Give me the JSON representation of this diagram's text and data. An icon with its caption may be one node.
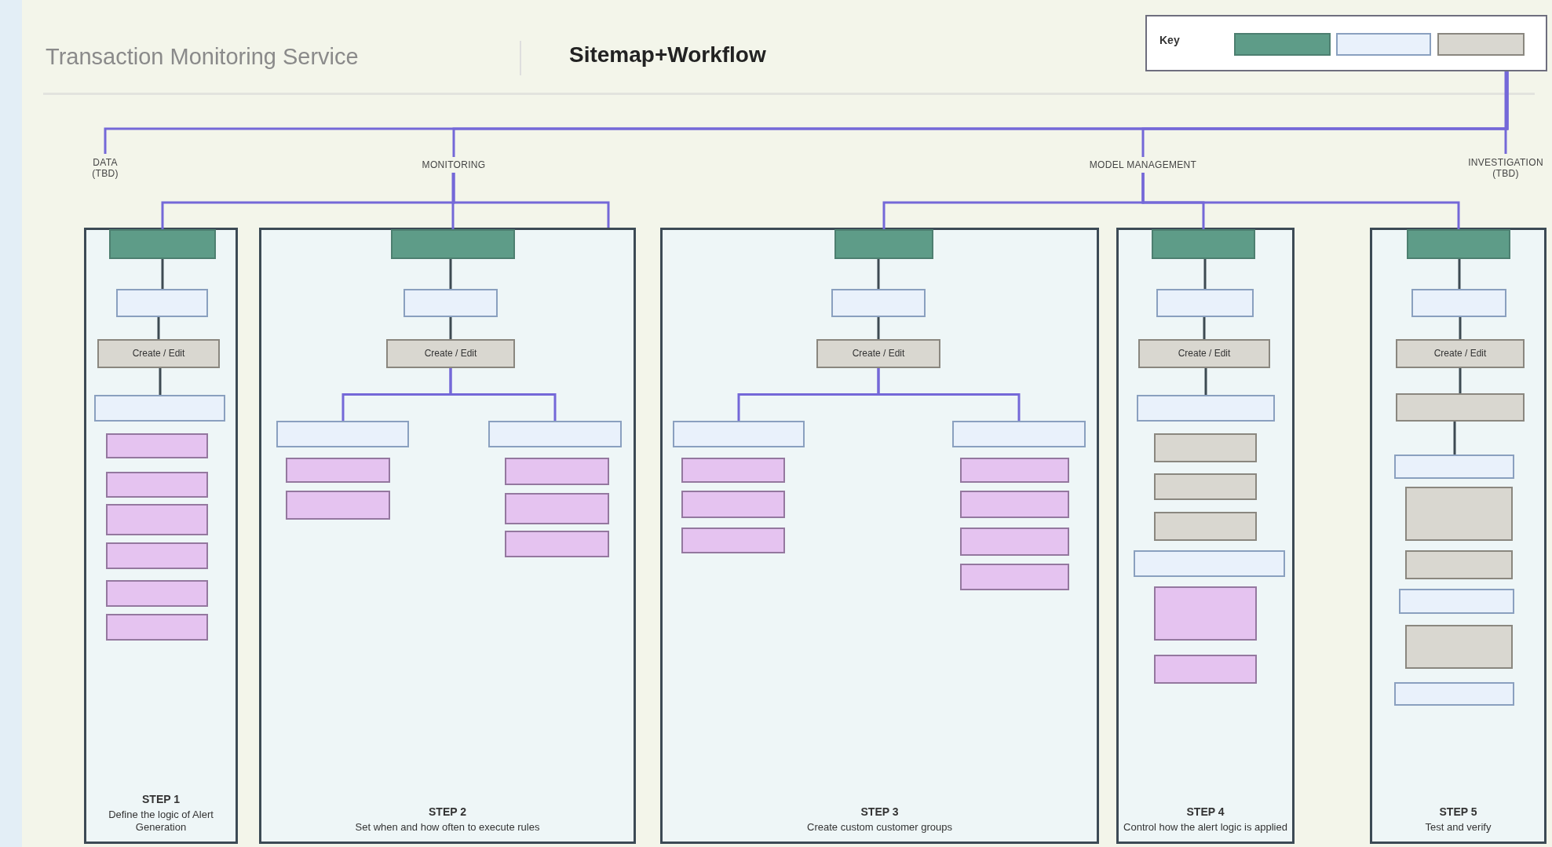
{
  "diagram": {
    "title": "Transaction Monitoring Service",
    "nodes": [
      {
        "text": [
          "Key"
        ]
      },
      {
        "text": [],
        "shape": "box",
        "in": 0
      },
      {
        "text": [],
        "shape": "box",
        "in": 0
      },
      {
        "text": [],
        "shape": "box",
        "in": 0
      },
      {
        "text": [
          "DATA (TBD)"
        ]
      },
      {
        "text": [
          "MONITORING"
        ]
      },
      {
        "text": [
          "MODEL MANAGEMENT"
        ]
      },
      {
        "text": [
          "INVESTIGATION (TBD)"
        ]
      },
      {
        "text": [
          "STEP 1",
          "Define the logic of Alert Generation"
        ]
      },
      {
        "text": [],
        "shape": "box",
        "in": 8
      },
      {
        "text": [],
        "shape": "box",
        "in": 8
      },
      {
        "text": [
          "Create / Edit"
        ],
        "in": 8
      },
      {
        "text": [],
        "shape": "box",
        "in": 8
      },
      {
        "text": [],
        "shape": "box",
        "in": 8
      },
      {
        "text": [],
        "shape": "box",
        "in": 8
      },
      {
        "text": [],
        "shape": "box",
        "in": 8
      },
      {
        "text": [],
        "shape": "box",
        "in": 8
      },
      {
        "text": [],
        "shape": "box",
        "in": 8
      },
      {
        "text": [],
        "shape": "box",
        "in": 8
      },
      {
        "text": [
          "STEP 2",
          "Set when and how often to execute rules"
        ]
      },
      {
        "text": [],
        "shape": "box",
        "in": 19
      },
      {
        "text": [],
        "shape": "box",
        "in": 19
      },
      {
        "text": [
          "Create / Edit"
        ],
        "in": 19
      },
      {
        "text": [],
        "shape": "box",
        "in": 19
      },
      {
        "text": [],
        "shape": "box",
        "in": 19
      },
      {
        "text": [],
        "shape": "box",
        "in": 19
      },
      {
        "text": [],
        "shape": "box",
        "in": 19
      },
      {
        "text": [],
        "shape": "box",
        "in": 19
      },
      {
        "text": [],
        "shape": "box",
        "in": 19
      },
      {
        "text": [],
        "shape": "box",
        "in": 19
      },
      {
        "text": [
          "STEP 3",
          "Create custom customer groups"
        ]
      },
      {
        "text": [],
        "shape": "box",
        "in": 30
      },
      {
        "text": [],
        "shape": "box",
        "in": 30
      },
      {
        "text": [
          "Create / Edit"
        ],
        "in": 30
      },
      {
        "text": [],
        "shape": "box",
        "in": 30
      },
      {
        "text": [],
        "shape": "box",
        "in": 30
      },
      {
        "text": [],
        "shape": "box",
        "in": 30
      },
      {
        "text": [],
        "shape": "box",
        "in": 30
      },
      {
        "text": [],
        "shape": "box",
        "in": 30
      },
      {
        "text": [],
        "shape": "box",
        "in": 30
      },
      {
        "text": [],
        "shape": "box",
        "in": 30
      },
      {
        "text": [],
        "shape": "box",
        "in": 30
      },
      {
        "text": [],
        "shape": "box",
        "in": 30
      },
      {
        "text": [
          "STEP 4",
          "Control how the alert logic is applied"
        ]
      },
      {
        "text": [],
        "shape": "box",
        "in": 43
      },
      {
        "text": [],
        "shape": "box",
        "in": 43
      },
      {
        "text": [
          "Create / Edit"
        ],
        "in": 43
      },
      {
        "text": [],
        "shape": "box",
        "in": 43
      },
      {
        "text": [],
        "shape": "box",
        "in": 43
      },
      {
        "text": [],
        "shape": "box",
        "in": 43
      },
      {
        "text": [],
        "shape": "box",
        "in": 43
      },
      {
        "text": [],
        "shape": "box",
        "in": 43
      },
      {
        "text": [],
        "shape": "box",
        "in": 43
      },
      {
        "text": [],
        "shape": "box",
        "in": 43
      },
      {
        "text": [
          "STEP 5",
          "Test and verify"
        ]
      },
      {
        "text": [],
        "shape": "box",
        "in": 54
      },
      {
        "text": [],
        "shape": "box",
        "in": 54
      },
      {
        "text": [
          "Create / Edit"
        ],
        "in": 54
      },
      {
        "text": [],
        "shape": "box",
        "in": 54
      },
      {
        "text": [],
        "shape": "box",
        "in": 54
      },
      {
        "text": [],
        "shape": "box",
        "in": 54
      },
      {
        "text": [],
        "shape": "box",
        "in": 54
      },
      {
        "text": [],
        "shape": "box",
        "in": 54
      },
      {
        "text": [],
        "shape": "box",
        "in": 54
      },
      {
        "text": [],
        "shape": "box",
        "in": 54
      }
    ],
    "edges": [
      {
        "from": 0,
        "to": 4,
        "arrow": "none"
      },
      {
        "from": 0,
        "to": 5,
        "arrow": "none"
      },
      {
        "from": 0,
        "to": 6,
        "arrow": "none"
      },
      {
        "from": 0,
        "to": 7,
        "arrow": "none"
      },
      {
        "from": 5,
        "to": 9,
        "arrow": "none"
      },
      {
        "from": 5,
        "to": 20,
        "arrow": "none"
      },
      {
        "from": 5,
        "to": 19,
        "arrow": "none"
      },
      {
        "from": 6,
        "to": 31,
        "arrow": "none"
      },
      {
        "from": 6,
        "to": 44,
        "arrow": "none"
      },
      {
        "from": 6,
        "to": 55,
        "arrow": "none"
      },
      {
        "from": 9,
        "to": 10,
        "arrow": "none",
        "color": "#3d4a52"
      },
      {
        "from": 10,
        "to": 11,
        "arrow": "none",
        "color": "#3d4a52"
      },
      {
        "from": 11,
        "to": 12,
        "arrow": "none",
        "color": "#3d4a52"
      },
      {
        "from": 20,
        "to": 21,
        "arrow": "none",
        "color": "#3d4a52"
      },
      {
        "from": 21,
        "to": 22,
        "arrow": "none",
        "color": "#3d4a52"
      },
      {
        "from": 22,
        "to": 23,
        "arrow": "none"
      },
      {
        "from": 22,
        "to": 24,
        "arrow": "none"
      },
      {
        "from": 31,
        "to": 32,
        "arrow": "none",
        "color": "#3d4a52"
      },
      {
        "from": 32,
        "to": 33,
        "arrow": "none",
        "color": "#3d4a52"
      },
      {
        "from": 33,
        "to": 34,
        "arrow": "none"
      },
      {
        "from": 33,
        "to": 35,
        "arrow": "none"
      },
      {
        "from": 44,
        "to": 45,
        "arrow": "none",
        "color": "#3d4a52"
      },
      {
        "from": 45,
        "to": 46,
        "arrow": "none",
        "color": "#3d4a52"
      },
      {
        "from": 46,
        "to": 47,
        "arrow": "none",
        "color": "#3d4a52"
      },
      {
        "from": 55,
        "to": 56,
        "arrow": "none",
        "color": "#3d4a52"
      },
      {
        "from": 56,
        "to": 57,
        "arrow": "none",
        "color": "#3d4a52"
      },
      {
        "from": 57,
        "to": 58,
        "arrow": "none",
        "color": "#3d4a52"
      },
      {
        "from": 58,
        "to": 59,
        "arrow": "none",
        "color": "#3d4a52"
      }
    ],
    "labels": [
      "Sitemap+Workflow"
    ]
  }
}
